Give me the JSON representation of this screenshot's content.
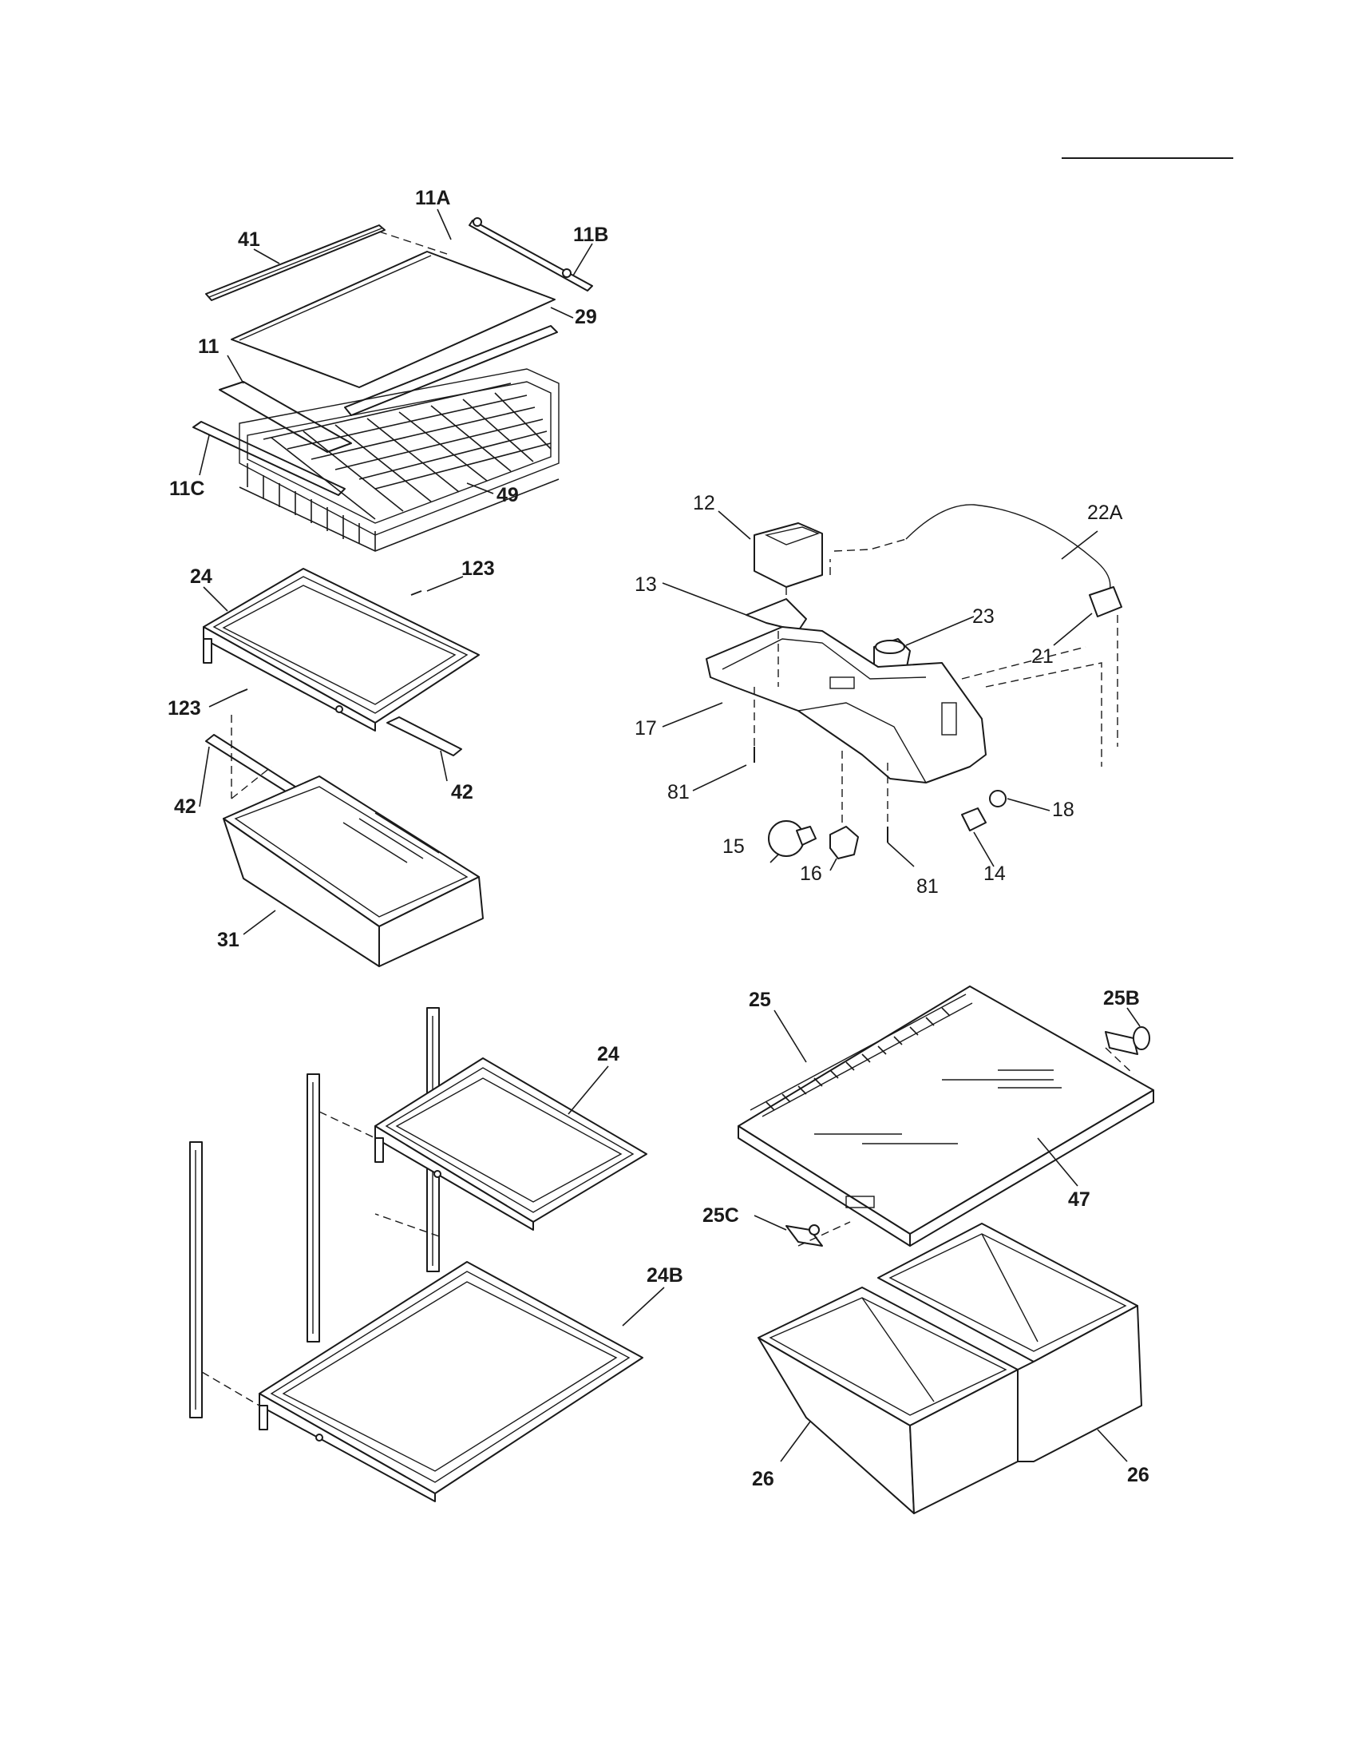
{
  "callouts": {
    "c11A": "11A",
    "c41": "41",
    "c11B": "11B",
    "c29": "29",
    "c11": "11",
    "c11C": "11C",
    "c49": "49",
    "c24_top": "24",
    "c123_a": "123",
    "c123_b": "123",
    "c42_a": "42",
    "c42_b": "42",
    "c31": "31",
    "c12": "12",
    "c22A": "22A",
    "c13": "13",
    "c23": "23",
    "c21": "21",
    "c17": "17",
    "c81_a": "81",
    "c81_b": "81",
    "c18": "18",
    "c15": "15",
    "c16": "16",
    "c14": "14",
    "c25": "25",
    "c25B": "25B",
    "c24_bottom": "24",
    "c47": "47",
    "c25C": "25C",
    "c24B": "24B",
    "c26_a": "26",
    "c26_b": "26"
  }
}
